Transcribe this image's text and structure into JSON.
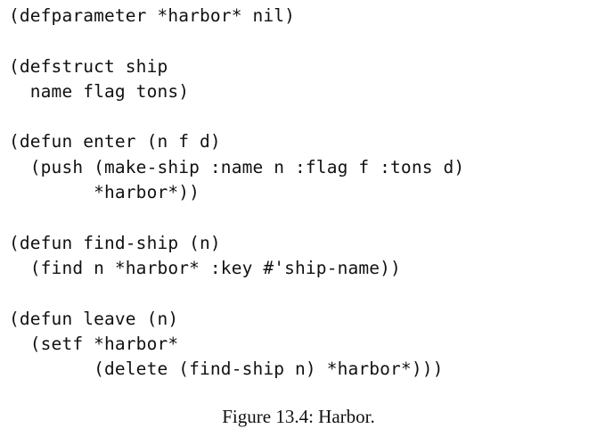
{
  "code_lines": [
    "(defparameter *harbor* nil)",
    "",
    "(defstruct ship",
    "  name flag tons)",
    "",
    "(defun enter (n f d)",
    "  (push (make-ship :name n :flag f :tons d)",
    "        *harbor*))",
    "",
    "(defun find-ship (n)",
    "  (find n *harbor* :key #'ship-name))",
    "",
    "(defun leave (n)",
    "  (setf *harbor*",
    "        (delete (find-ship n) *harbor*)))"
  ],
  "caption": "Figure 13.4: Harbor."
}
